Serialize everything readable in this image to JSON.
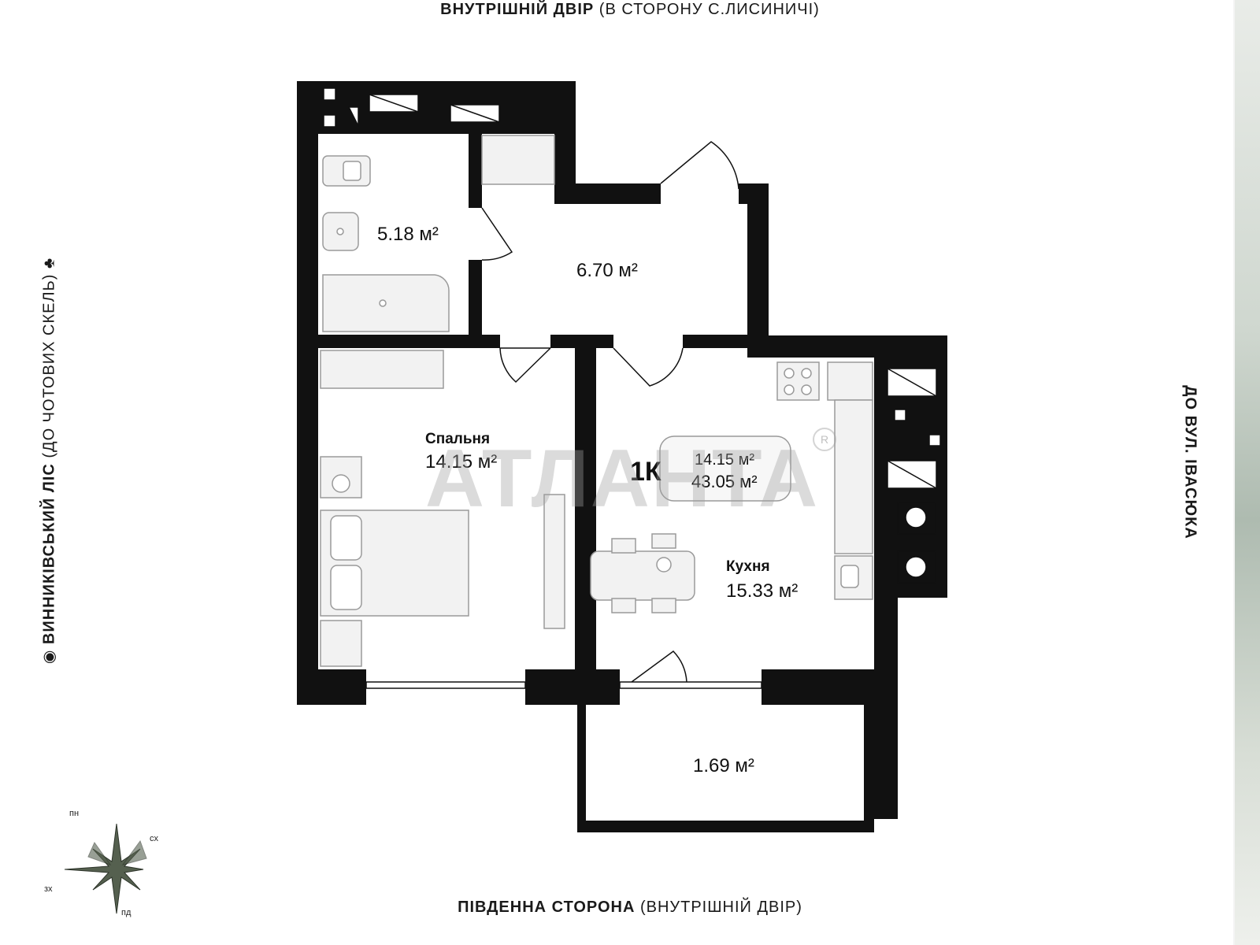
{
  "orientation_labels": {
    "top_bold": "ВНУТРІШНІЙ ДВІР",
    "top_normal": "(В СТОРОНУ С.ЛИСИНИЧІ)",
    "bottom_bold": "ПІВДЕННА СТОРОНА",
    "bottom_normal": "(ВНУТРІШНІЙ ДВІР)",
    "left_bold": "ВИННИКІВСЬКИЙ ЛІС",
    "left_normal": "(ДО ЧОТОВИХ СКЕЛЬ)",
    "right": "ДО ВУЛ. ІВАСЮКА"
  },
  "rooms": {
    "bathroom_area": "5.18 м²",
    "hallway_area": "6.70 м²",
    "bedroom_name": "Спальня",
    "bedroom_area": "14.15 м²",
    "kitchen_name": "Кухня",
    "kitchen_area": "15.33 м²",
    "balcony_area": "1.69 м²"
  },
  "apartment_badge": {
    "type": "1К",
    "living_area": "14.15 м²",
    "total_area": "43.05 м²"
  },
  "compass": {
    "north": "пн",
    "east": "сх",
    "west": "зх",
    "south": "пд"
  },
  "watermark": {
    "text": "АТЛАНТА",
    "mark": "R"
  },
  "colors": {
    "wall": "#111111",
    "furniture_fill": "#f2f2f2",
    "furniture_stroke": "#9a9a9a",
    "compass_star": "#55604f"
  }
}
